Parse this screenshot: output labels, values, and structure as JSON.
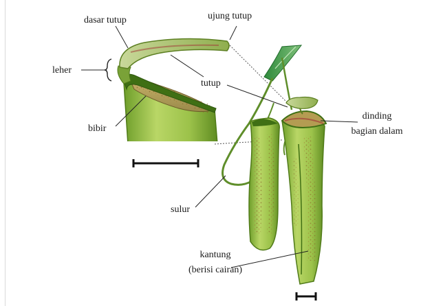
{
  "labels": {
    "dasar_tutup": "dasar tutup",
    "ujung_tutup": "ujung tutup",
    "leher": "leher",
    "tutup": "tutup",
    "dinding_1": "dinding",
    "dinding_2": "bagian dalam",
    "bibir": "bibir",
    "sulur": "sulur",
    "kantung_1": "kantung",
    "kantung_2": "(berisi cairan)"
  }
}
